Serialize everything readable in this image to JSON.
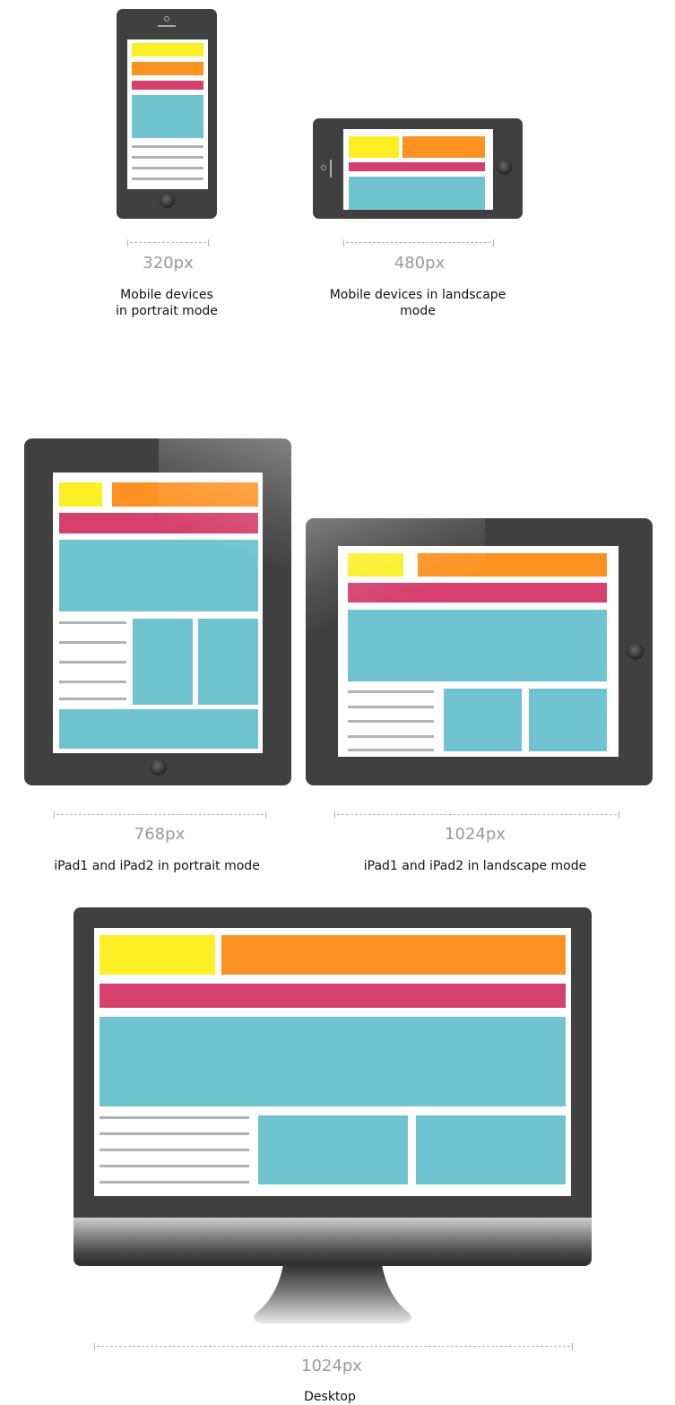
{
  "colors": {
    "bezel": "#404040",
    "yellow": "#fcef24",
    "orange": "#fd9222",
    "pink": "#d6406e",
    "teal": "#6fc4d0",
    "line": "#b2b2b2",
    "measure_text": "#9a9a9a"
  },
  "devices": [
    {
      "id": "phone-portrait",
      "width_label": "320px",
      "caption": "Mobile devices in portrait mode"
    },
    {
      "id": "phone-landscape",
      "width_label": "480px",
      "caption": "Mobile devices in landscape mode"
    },
    {
      "id": "tablet-portrait",
      "width_label": "768px",
      "caption": "iPad1 and iPad2 in portrait mode"
    },
    {
      "id": "tablet-landscape",
      "width_label": "1024px",
      "caption": "iPad1 and iPad2 in landscape mode"
    },
    {
      "id": "desktop",
      "width_label": "1024px",
      "caption": "Desktop"
    }
  ]
}
